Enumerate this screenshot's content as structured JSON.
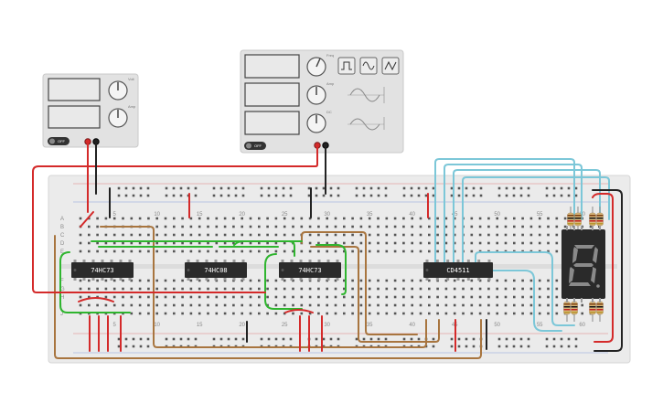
{
  "colors": {
    "wire_red": "#d42a2a",
    "wire_black": "#222222",
    "wire_green": "#2fb52f",
    "wire_brown": "#a8753f",
    "wire_cyan": "#7cc7d8",
    "chip": "#2b2b2b",
    "display": "#2a2a2a",
    "segment": "#8a8a8a",
    "board": "#ebebeb",
    "device": "#e2e2e2"
  },
  "power_supply": {
    "off_label": "OFF",
    "knob_labels": [
      "Volt",
      "Amp"
    ]
  },
  "function_generator": {
    "off_label": "OFF",
    "wave_buttons": [
      "square-wave-icon",
      "sine-wave-icon",
      "triangle-wave-icon"
    ],
    "knob_labels": [
      "Freq",
      "Amp",
      "DC"
    ]
  },
  "breadboard": {
    "column_numbers": [
      "5",
      "10",
      "15",
      "20",
      "25",
      "30",
      "35",
      "40",
      "45",
      "50",
      "55",
      "60"
    ],
    "row_letters_top": [
      "A",
      "B",
      "C",
      "D",
      "E"
    ],
    "row_letters_bottom": [
      "F",
      "G",
      "H",
      "I",
      "J"
    ]
  },
  "chips": [
    {
      "id": "u1",
      "label": "74HC73"
    },
    {
      "id": "u2",
      "label": "74HC08"
    },
    {
      "id": "u3",
      "label": "74HC73"
    },
    {
      "id": "u4",
      "label": "CD4511"
    }
  ],
  "display": {
    "digit": "8"
  }
}
